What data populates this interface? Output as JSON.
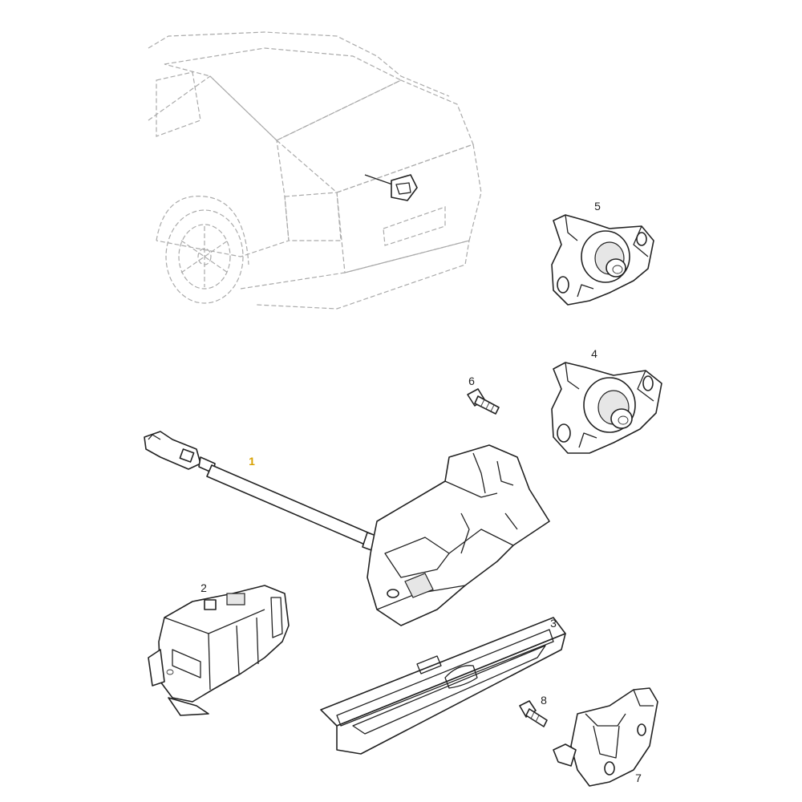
{
  "callouts": {
    "c1": "1",
    "c2": "2",
    "c3": "3",
    "c4": "4",
    "c5": "5",
    "c6": "6",
    "c7": "7",
    "c8": "8"
  },
  "colors": {
    "line": "#222222",
    "car_ghost": "#aaaaaa",
    "highlight_callout": "#d8a000"
  }
}
